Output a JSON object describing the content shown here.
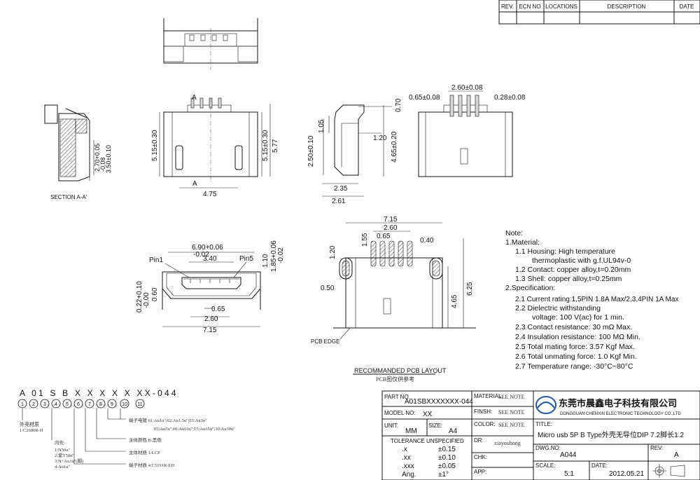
{
  "revision_table": {
    "headers": [
      "REV.",
      "ECN NO",
      "LOCATIONS",
      "DESCRIPTION",
      "DATE"
    ]
  },
  "dimensions": {
    "top_view": {
      "h1": "5.15±0.30",
      "h2": "5.15±0.30",
      "h3": "5.77",
      "w": "4.75",
      "section_mark": "A",
      "section_mark2": "A",
      "section_label": "SECTION A-A'",
      "sec_d1": "2.70+0.05",
      "sec_d1b": "-0.08",
      "sec_d2": "3.50±0.10"
    },
    "side_view": {
      "d1": "0.70",
      "d2": "1.05",
      "d3": "1.20",
      "d4": "2.50±0.10",
      "d5": "4.65±0.20",
      "w1": "2.35",
      "w2": "2.61"
    },
    "end_view": {
      "d1": "2.60±0.08",
      "d2": "0.65±0.08",
      "d3": "0.28±0.08"
    },
    "front_view": {
      "w1": "6.90+0.06",
      "w1b": "-0.02",
      "pitch": "3.40",
      "h1": "1.85+0.06",
      "h1b": "-0.02",
      "h2": "1.10",
      "pin1": "Pin1",
      "pin5": "Pin5",
      "v1": "0.22+0.10",
      "v1b": "-0.00",
      "v2": "0.60",
      "p1": "0.65",
      "p2": "2.60",
      "w2": "7.15"
    },
    "pcb_layout": {
      "w1": "7.15",
      "w2": "2.60",
      "w3": "0.65",
      "w4": "0.40",
      "h1": "1.55",
      "h2": "1.20",
      "h3": "0.50",
      "h4": "4.65",
      "h5": "6.25",
      "edge": "PCB EDGE",
      "title": "RECOMMANDED PCB LAYOUT",
      "subtitle": "PCB图仅供参考"
    }
  },
  "notes": [
    "Note:",
    "1.Material:",
    "1.1 Housing: High temperature",
    "thermoplastic with g.f,UL94v-0",
    "1.2 Contact: copper alloy,t=0.20mm",
    "1.3 Shell: copper alloy,t=0.25mm",
    "2.Specification:",
    "2.1 Current rating:1,5PIN 1.8A Max/2,3,4PIN 1A Max",
    "2.2 Dielectric withstanding",
    "voltage: 100 V(ac) for 1 min.",
    "2.3 Contact resistance: 30 mΩ Max.",
    "2.4 Insulation resistance: 100 MΩ Min.",
    "2.5 Total mating force: 3.57 Kgf Max.",
    "2.6 Total unmating force: 1.0 Kgf Min.",
    "2.7 Temperature range: -30°C~80°C"
  ],
  "part_code": {
    "code": "A 01 S B X X X X X XX-044",
    "circles": [
      "1",
      "2",
      "3",
      "4",
      "5",
      "6",
      "7",
      "8",
      "9",
      "10",
      "11"
    ],
    "left_labels": [
      "外壳材质",
      "1:C2680R-H",
      "内壳:",
      "1:N50u''",
      "2:紫T50u''",
      "3:N+Au1u''(脚)",
      "4:Au1u''"
    ],
    "right_labels": [
      "端子电镀  01:Au1u'';02:Au1.5u'';03:Au3u''",
      "05:Au5u'';10:Au10u'';15:Au15u'';30:Au30u''",
      "主体颜色  B:黑色",
      "主体材质  1:LCP",
      "端子材质  4:C5191R-EH"
    ]
  },
  "title_block": {
    "part_no_label": "PART NO.",
    "part_no": "A01SBXXXXXXX-044",
    "model_label": "MODEL NO:",
    "model": "XX",
    "unit_label": "UNIT:",
    "unit": "MM",
    "size_label": "SIZE:",
    "size": "A4",
    "tol_label": "TOLERANCE UNSPECIFIED",
    "tol_rows": [
      [
        ".x",
        "±0.15"
      ],
      [
        ".xx",
        "±0.10"
      ],
      [
        ".xxx",
        "±0.05"
      ],
      [
        "Ang.",
        "±1°"
      ]
    ],
    "material_label": "MATERIAL:",
    "material": "SEE NOTE",
    "finish_label": "FINSH:",
    "finish": "SEE NOTE",
    "color_label": "COLOR:",
    "color": "SEE NOTE",
    "dr_label": "DR:",
    "dr": "xiayouhong",
    "chk_label": "CHK:",
    "chk": "",
    "app_label": "APP:",
    "app": "",
    "company_cn": "东莞市晨鑫电子科技有限公司",
    "company_en": "DONGGUAN CHENXIN ELECTRONIC TECHNOLOGY CO.,LTD",
    "title_label": "TITLE:",
    "title": "Micro usb 5P B Type外壳无导位DIP 7.2脚长1.2",
    "dwg_label": "DWG.NO:",
    "dwg": "A044",
    "rev_label": "REV:",
    "rev": "A",
    "scale_label": "SCALE:",
    "scale": "5:1",
    "date_label": "DATE:",
    "date": "2012.05.21"
  }
}
